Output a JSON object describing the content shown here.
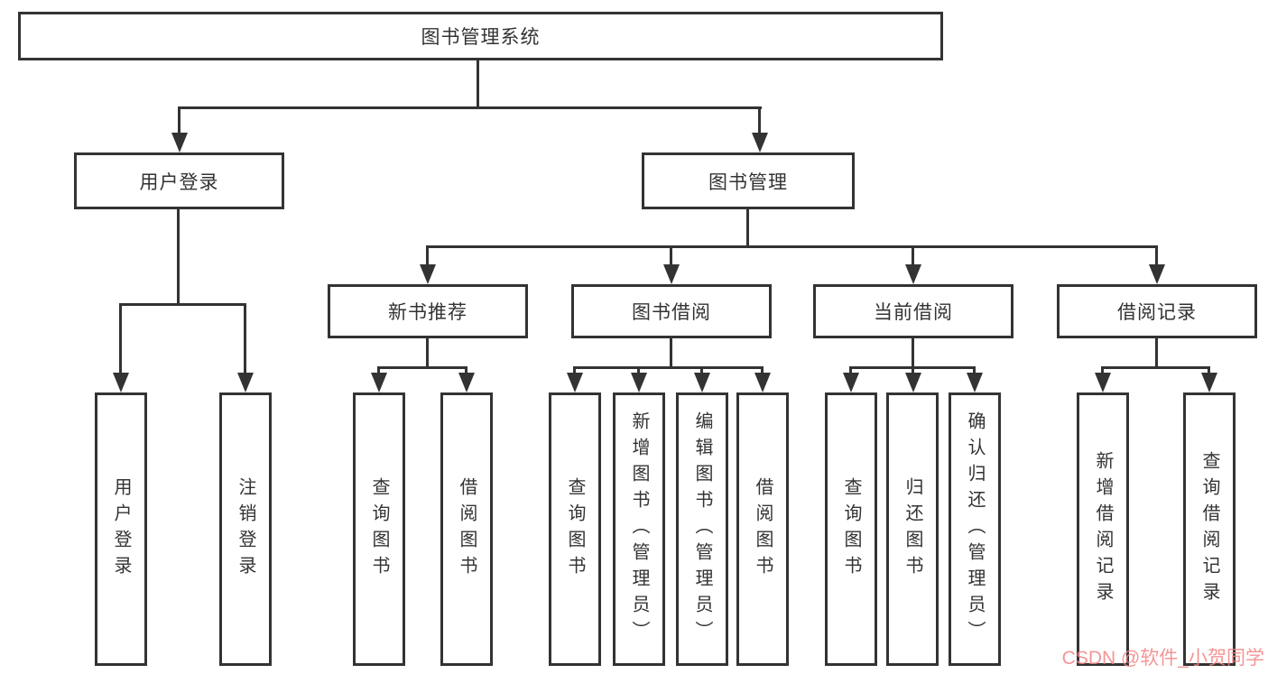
{
  "root": {
    "label": "图书管理系统"
  },
  "branches": [
    {
      "label": "用户登录"
    },
    {
      "label": "图书管理"
    }
  ],
  "groups": [
    {
      "label": "新书推荐"
    },
    {
      "label": "图书借阅"
    },
    {
      "label": "当前借阅"
    },
    {
      "label": "借阅记录"
    }
  ],
  "leaves": [
    {
      "label": "用户登录"
    },
    {
      "label": "注销登录"
    },
    {
      "label": "查询图书"
    },
    {
      "label": "借阅图书"
    },
    {
      "label": "查询图书"
    },
    {
      "label": "新增图书（管理员）"
    },
    {
      "label": "编辑图书（管理员）"
    },
    {
      "label": "借阅图书"
    },
    {
      "label": "查询图书"
    },
    {
      "label": "归还图书"
    },
    {
      "label": "确认归还（管理员）"
    },
    {
      "label": "新增借阅记录"
    },
    {
      "label": "查询借阅记录"
    }
  ],
  "watermark": {
    "text": "CSDN @软件_小贺同学"
  },
  "colors": {
    "line": "#333333",
    "box_border": "#333333",
    "text": "#333333",
    "background": "#ffffff",
    "watermark": "#f28282"
  }
}
